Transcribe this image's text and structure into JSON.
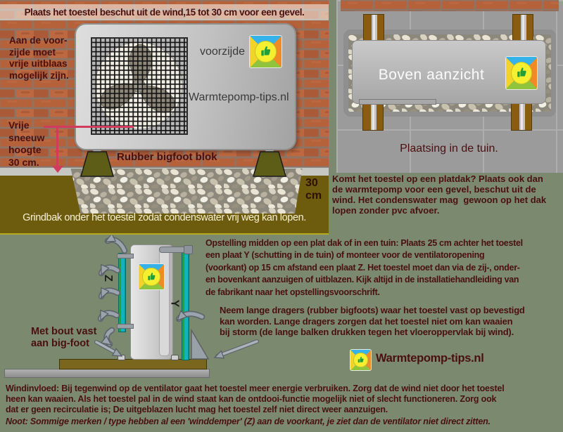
{
  "colors": {
    "text": "#4a1010",
    "accent_red": "#d23b5e",
    "background": "#7b8a6e",
    "plate_green": "#28a12e",
    "plate_teal": "#14b2ba"
  },
  "tl": {
    "title": "Plaats het toestel beschut uit de wind,15 tot 30 cm voor een gevel.",
    "front_note": "Aan de voor-\nzijde moet\nvrije uitblaas\nmogelijk zijn.",
    "front_label": "voorzijde",
    "unit_brand": "Warmtepomp-tips.nl",
    "snow_note": "Vrije\nsneeuw\nhoogte\n30 cm.",
    "bigfoot_label": "Rubber bigfoot blok",
    "gravel_depth": "30\ncm",
    "caption": "Grindbak onder het toestel zodat condenswater vrij weg kan lopen."
  },
  "tr": {
    "view_label": "Boven aanzicht",
    "caption": "Plaatsing in de tuin.",
    "paragraph": "Komt het toestel op een platdak? Plaats ook dan\nde warmtepomp voor een gevel, beschut uit de\nwind. Het condenswater mag  gewoon op het dak\nlopen zonder pvc afvoer."
  },
  "mid": {
    "setup": "Opstelling midden op een plat dak of in een tuin: Plaats 25 cm achter het toestel\neen plaat Y (schutting in de tuin) of monteer voor de ventilatoropening\n(voorkant) op 15 cm afstand een plaat Z. Het toestel moet dan via de zij-, onder-\nen bovenkant aanzuigen of uitblazen. Kijk altijd in de installatiehandleiding van\nde fabrikant naar het opstellingsvoorschrift.",
    "dragers": "Neem lange dragers (rubber bigfoots) waar het toestel vast op bevestigd\nkan worden. Lange dragers zorgen dat het toestel niet om kan waaien\nbij storm (de lange balken drukken tegen het vloeroppervlak bij wind)."
  },
  "side": {
    "plate_z": "Z",
    "plate_y": "Y",
    "bolt_note": "Met bout vast\naan big-foot"
  },
  "brand": {
    "site": "Warmtepomp-tips.nl"
  },
  "bottom": {
    "wind": "Windinvloed: Bij tegenwind op de ventilator gaat het toestel meer energie verbruiken. Zorg dat de wind niet door het toestel\nheen kan waaien. Als het toestel pal in de wind staat kan de ontdooi-functie mogelijk niet of slecht functioneren. Zorg ook\ndat er geen recirculatie is; De uitgeblazen lucht mag het toestel zelf niet direct weer aanzuigen.",
    "noot": "Noot: Sommige merken / type hebben al een 'winddemper' (Z) aan de voorkant, je ziet dan de ventilator niet direct zitten."
  }
}
